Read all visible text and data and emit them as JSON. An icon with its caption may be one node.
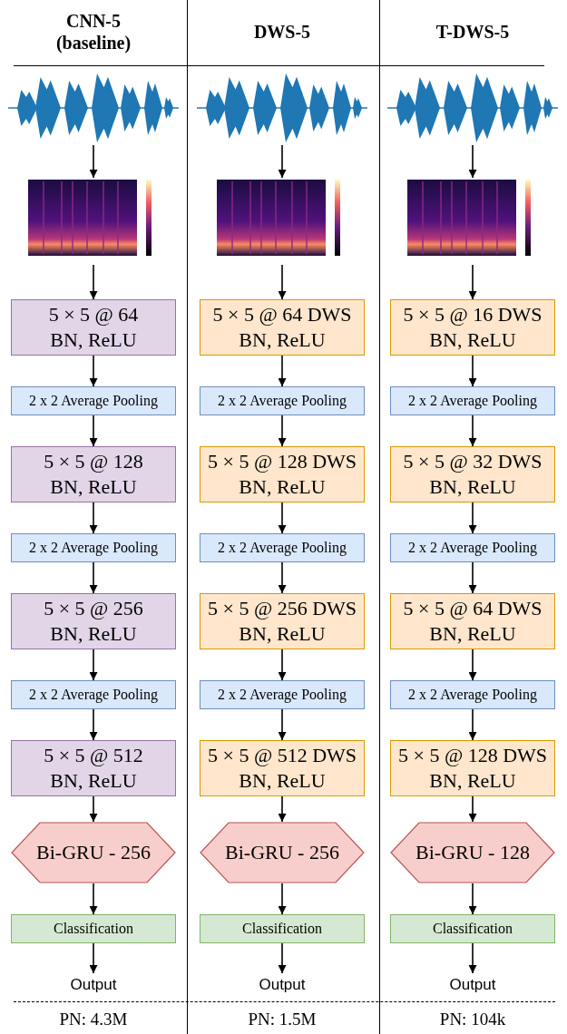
{
  "diagram": {
    "nodes": [
      {
        "text": [],
        "shape": "picture"
      },
      {
        "text": [],
        "shape": "picture"
      },
      {
        "text": [
          "5 × 5 @ 64",
          "BN, ReLU"
        ]
      },
      {
        "text": [
          "2 x 2 Average Pooling"
        ]
      },
      {
        "text": [
          "5 × 5 @ 128",
          "BN, ReLU"
        ]
      },
      {
        "text": [
          "2 x 2 Average Pooling"
        ]
      },
      {
        "text": [
          "5 × 5 @ 256",
          "BN, ReLU"
        ]
      },
      {
        "text": [
          "2 x 2 Average Pooling"
        ]
      },
      {
        "text": [
          "5 × 5 @ 512",
          "BN, ReLU"
        ]
      },
      {
        "text": [
          "Bi-GRU - 256"
        ]
      },
      {
        "text": [
          "Classification"
        ]
      },
      {
        "text": [
          "Output"
        ]
      },
      {
        "text": [],
        "shape": "picture"
      },
      {
        "text": [],
        "shape": "picture"
      },
      {
        "text": [
          "5 × 5 @ 64 DWS",
          "BN, ReLU"
        ]
      },
      {
        "text": [
          "2 x 2 Average Pooling"
        ]
      },
      {
        "text": [
          "5 × 5 @ 128 DWS",
          "BN, ReLU"
        ]
      },
      {
        "text": [
          "2 x 2 Average Pooling"
        ]
      },
      {
        "text": [
          "5 × 5 @ 256 DWS",
          "BN, ReLU"
        ]
      },
      {
        "text": [
          "2 x 2 Average Pooling"
        ]
      },
      {
        "text": [
          "5 × 5 @ 512 DWS",
          "BN, ReLU"
        ]
      },
      {
        "text": [
          "Bi-GRU - 256"
        ]
      },
      {
        "text": [
          "Classification"
        ]
      },
      {
        "text": [
          "Output"
        ]
      },
      {
        "text": [],
        "shape": "picture"
      },
      {
        "text": [],
        "shape": "picture"
      },
      {
        "text": [
          "5 × 5 @ 16 DWS",
          "BN, ReLU"
        ]
      },
      {
        "text": [
          "2 x 2 Average Pooling"
        ]
      },
      {
        "text": [
          "5 × 5 @ 32 DWS",
          "BN, ReLU"
        ]
      },
      {
        "text": [
          "2 x 2 Average Pooling"
        ]
      },
      {
        "text": [
          "5 × 5 @ 64 DWS",
          "BN, ReLU"
        ]
      },
      {
        "text": [
          "2 x 2 Average Pooling"
        ]
      },
      {
        "text": [
          "5 × 5 @ 128 DWS",
          "BN, ReLU"
        ]
      },
      {
        "text": [
          "Bi-GRU - 128"
        ]
      },
      {
        "text": [
          "Classification"
        ]
      },
      {
        "text": [
          "Output"
        ]
      }
    ],
    "edges": [
      {
        "from": 0,
        "to": 1,
        "arrow": "to"
      },
      {
        "from": 1,
        "to": 2,
        "arrow": "to"
      },
      {
        "from": 2,
        "to": 3,
        "arrow": "to"
      },
      {
        "from": 3,
        "to": 4,
        "arrow": "to"
      },
      {
        "from": 4,
        "to": 5,
        "arrow": "to"
      },
      {
        "from": 5,
        "to": 6,
        "arrow": "to"
      },
      {
        "from": 6,
        "to": 7,
        "arrow": "to"
      },
      {
        "from": 7,
        "to": 8,
        "arrow": "to"
      },
      {
        "from": 8,
        "to": 9,
        "arrow": "to"
      },
      {
        "from": 9,
        "to": 10,
        "arrow": "to"
      },
      {
        "from": 10,
        "to": 11,
        "arrow": "to"
      },
      {
        "from": 12,
        "to": 13,
        "arrow": "to"
      },
      {
        "from": 13,
        "to": 14,
        "arrow": "to"
      },
      {
        "from": 14,
        "to": 15,
        "arrow": "to"
      },
      {
        "from": 15,
        "to": 16,
        "arrow": "to"
      },
      {
        "from": 16,
        "to": 17,
        "arrow": "to"
      },
      {
        "from": 17,
        "to": 18,
        "arrow": "to"
      },
      {
        "from": 18,
        "to": 19,
        "arrow": "to"
      },
      {
        "from": 19,
        "to": 20,
        "arrow": "to"
      },
      {
        "from": 20,
        "to": 21,
        "arrow": "to"
      },
      {
        "from": 21,
        "to": 22,
        "arrow": "to"
      },
      {
        "from": 22,
        "to": 23,
        "arrow": "to"
      },
      {
        "from": 24,
        "to": 25,
        "arrow": "to"
      },
      {
        "from": 25,
        "to": 26,
        "arrow": "to"
      },
      {
        "from": 26,
        "to": 27,
        "arrow": "to"
      },
      {
        "from": 27,
        "to": 28,
        "arrow": "to"
      },
      {
        "from": 28,
        "to": 29,
        "arrow": "to"
      },
      {
        "from": 29,
        "to": 30,
        "arrow": "to"
      },
      {
        "from": 30,
        "to": 31,
        "arrow": "to"
      },
      {
        "from": 31,
        "to": 32,
        "arrow": "to"
      },
      {
        "from": 32,
        "to": 33,
        "arrow": "to"
      },
      {
        "from": 33,
        "to": 34,
        "arrow": "to"
      },
      {
        "from": 34,
        "to": 35,
        "arrow": "to"
      }
    ],
    "labels": [
      "CNN-5 (baseline)",
      "DWS-5",
      "T-DWS-5",
      "PN: 4.3M",
      "PN: 1.5M",
      "PN: 104k"
    ]
  }
}
